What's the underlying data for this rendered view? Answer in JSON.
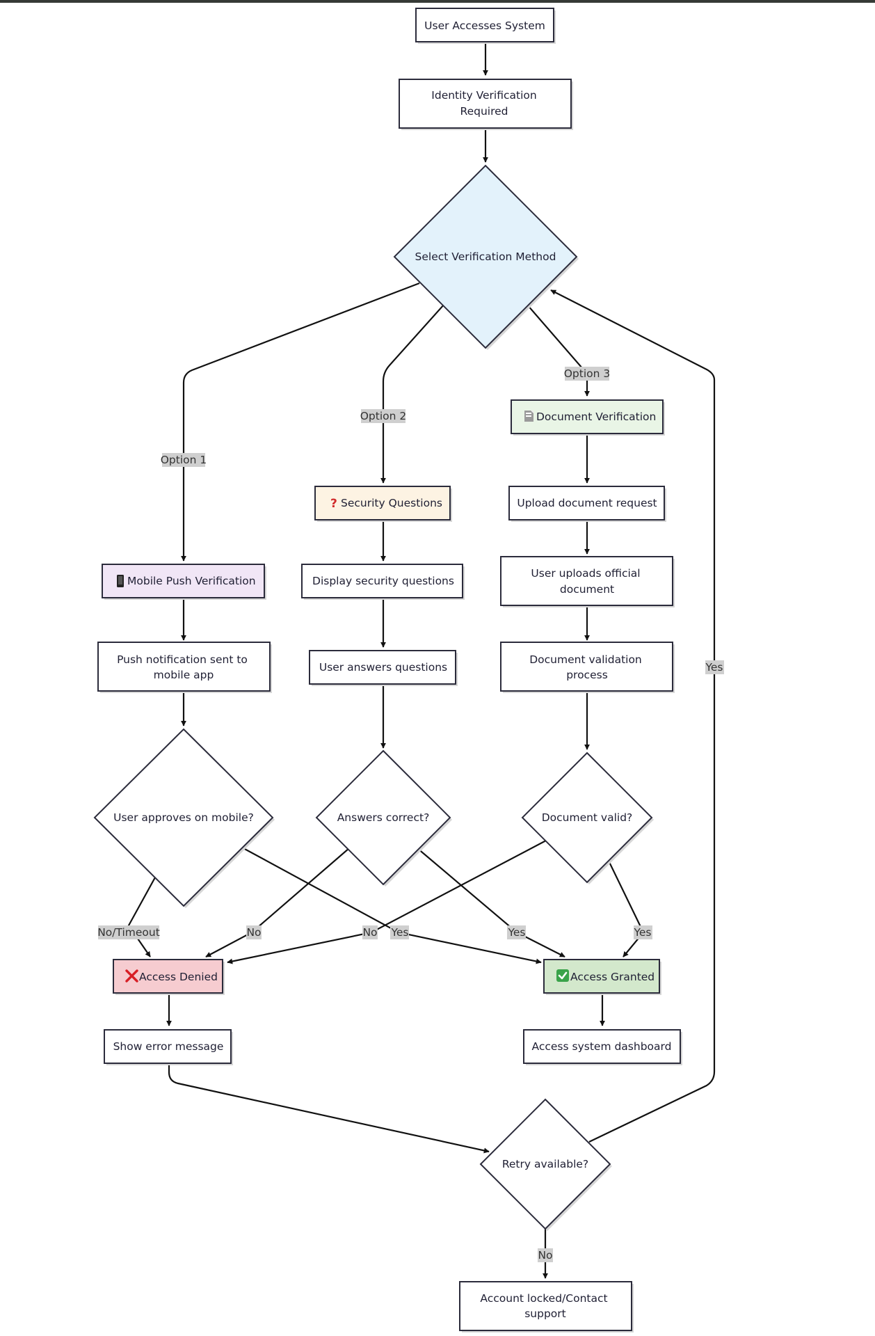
{
  "nodes": {
    "start": {
      "text": [
        "User Accesses System"
      ]
    },
    "identity": {
      "text": [
        "Identity Verification",
        "Required"
      ]
    },
    "select_method": {
      "text": [
        "Select Verification Method"
      ]
    },
    "document_verification": {
      "icon": "document-icon",
      "text": [
        "Document Verification"
      ]
    },
    "security_questions": {
      "icon": "red-question-mark-icon",
      "text": [
        "Security Questions"
      ]
    },
    "mobile_push": {
      "icon": "mobile-phone-icon",
      "text": [
        "Mobile Push Verification"
      ]
    },
    "upload_request": {
      "text": [
        "Upload document request"
      ]
    },
    "user_uploads": {
      "text": [
        "User uploads official",
        "document"
      ]
    },
    "doc_validation": {
      "text": [
        "Document validation",
        "process"
      ]
    },
    "display_questions": {
      "text": [
        "Display security questions"
      ]
    },
    "user_answers": {
      "text": [
        "User answers questions"
      ]
    },
    "push_sent": {
      "text": [
        "Push notification sent to",
        "mobile app"
      ]
    },
    "approves_mobile": {
      "text": [
        "User approves on mobile?"
      ]
    },
    "answers_correct": {
      "text": [
        "Answers correct?"
      ]
    },
    "document_valid": {
      "text": [
        "Document valid?"
      ]
    },
    "access_denied": {
      "icon": "red-cross-icon",
      "text": [
        "Access Denied"
      ]
    },
    "access_granted": {
      "icon": "green-check-icon",
      "text": [
        "Access Granted"
      ]
    },
    "error_message": {
      "text": [
        "Show error message"
      ]
    },
    "dashboard": {
      "text": [
        "Access system dashboard"
      ]
    },
    "retry": {
      "text": [
        "Retry available?"
      ]
    },
    "locked": {
      "text": [
        "Account locked/Contact",
        "support"
      ]
    }
  },
  "edge_labels": {
    "option1": "Option 1",
    "option2": "Option 2",
    "option3": "Option 3",
    "retry_yes": "Yes",
    "mobile_no": "No/Timeout",
    "mobile_yes": "Yes",
    "answers_no": "No",
    "answers_yes": "Yes",
    "doc_no": "No",
    "doc_yes": "Yes",
    "retry_no": "No"
  },
  "colors": {
    "stroke": "#2b2b3b",
    "default_fill": "#ffffff",
    "select_fill": "#e3f2fb",
    "document_fill": "#e9f5e6",
    "security_fill": "#fdf3e3",
    "mobile_fill": "#f1e6f6",
    "denied_fill": "#f6ccd0",
    "granted_fill": "#d3e8cc",
    "label_bg": "#cfcfcf"
  }
}
